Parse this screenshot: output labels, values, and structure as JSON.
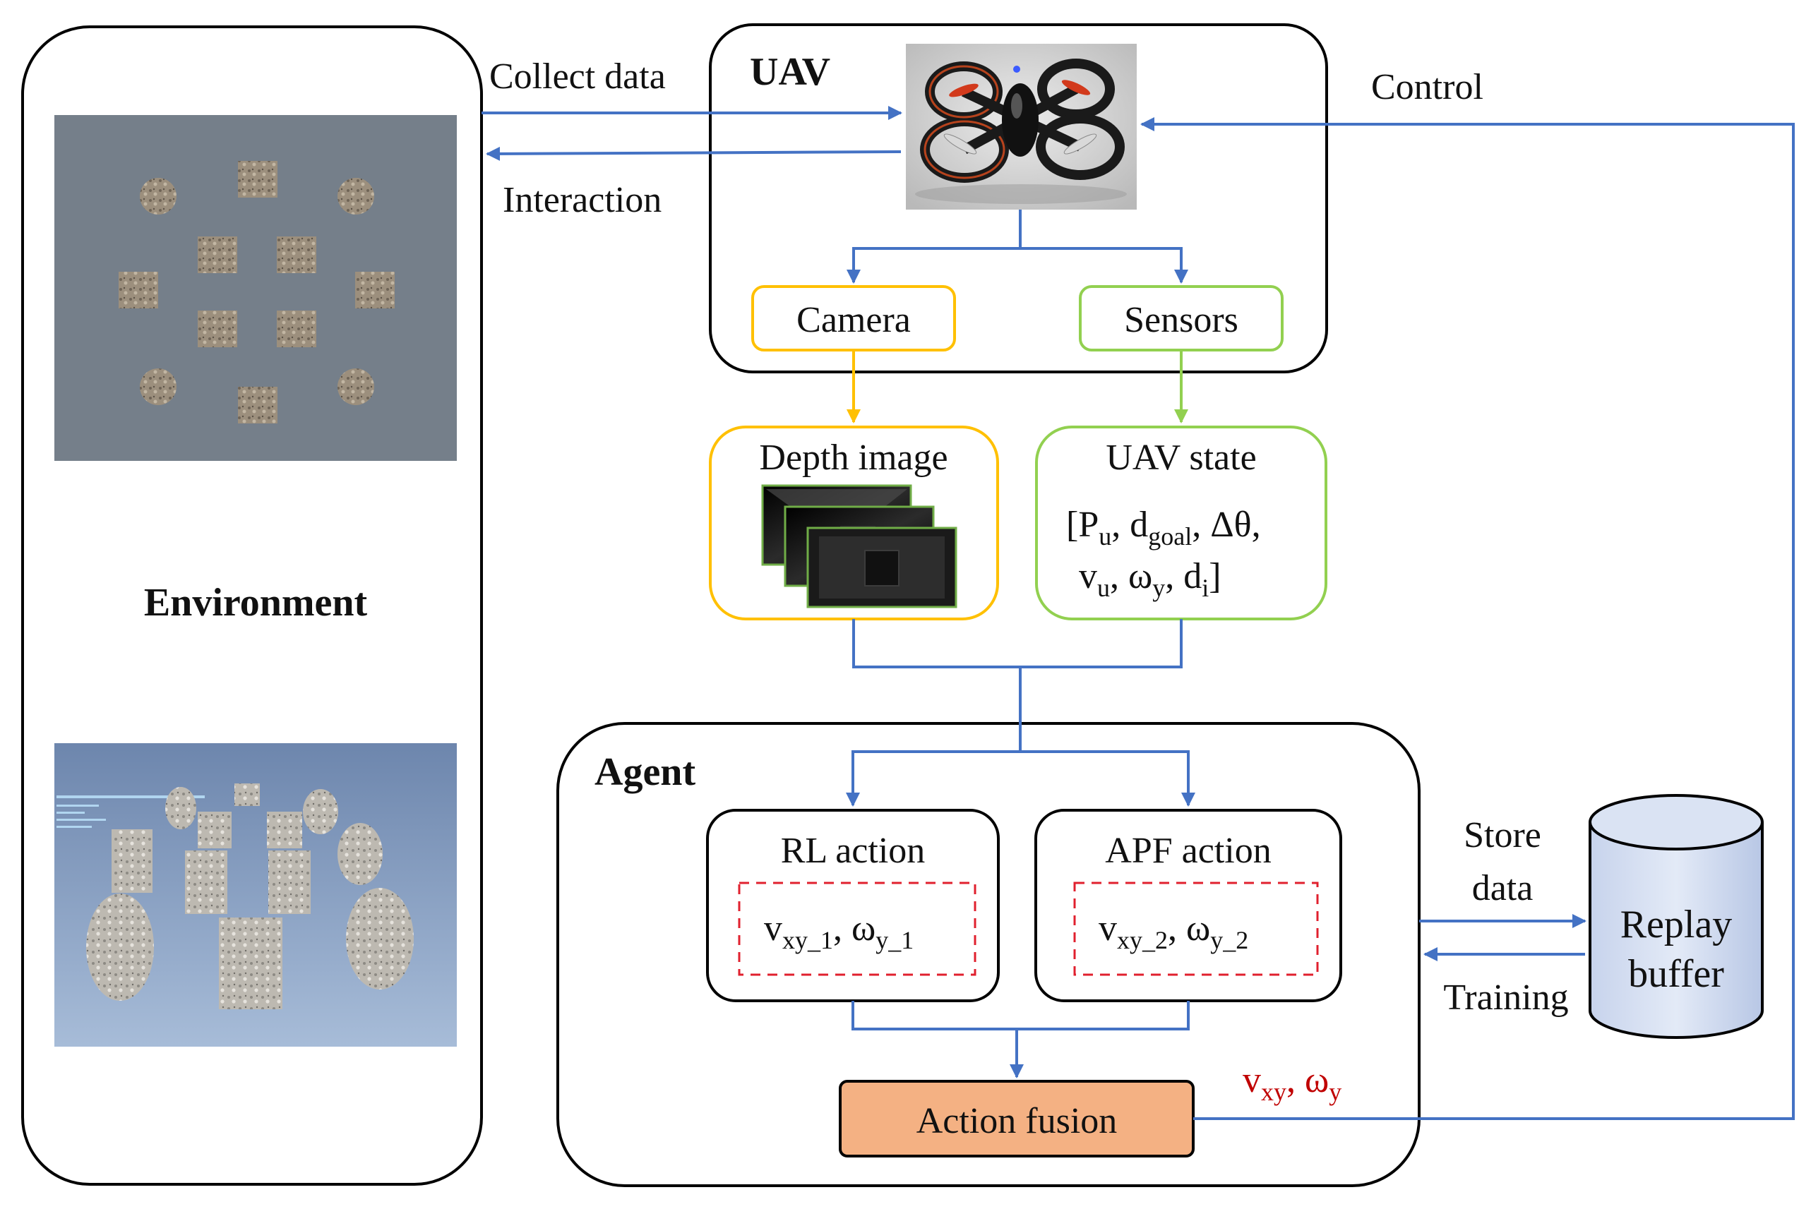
{
  "colors": {
    "arrow": "#4472c4",
    "camera": "#ffc000",
    "sensors": "#92d050",
    "fusion_fill": "#f4b183",
    "dashed": "#e0202e",
    "output_text": "#c00000",
    "buffer_fill": "#dae3f3",
    "env_top_bg": "#757f8a",
    "env_bottom_bg": "#7f9ac2"
  },
  "environment": {
    "label": "Environment",
    "top_image_icon": "environment-top-view-image",
    "bottom_image_icon": "environment-3d-view-image"
  },
  "links": {
    "collect_data": "Collect data",
    "interaction": "Interaction",
    "control": "Control",
    "store_data_1": "Store",
    "store_data_2": "data",
    "training": "Training"
  },
  "uav": {
    "label": "UAV",
    "drone_icon": "drone-image",
    "camera": "Camera",
    "sensors": "Sensors"
  },
  "depth": {
    "label": "Depth image",
    "icon": "depth-image-stack"
  },
  "state": {
    "label": "UAV state",
    "bracket_open": "[",
    "p": "P",
    "p_sub": "u",
    "d": "d",
    "d_sub": "goal",
    "dtheta": "Δθ",
    "v": "v",
    "v_sub": "u",
    "w": "ω",
    "w_sub": "y",
    "di": "d",
    "di_sub": "i",
    "sep": ", ",
    "bracket_close": "]"
  },
  "agent": {
    "label": "Agent",
    "rl_label": "RL action",
    "rl_v": "v",
    "rl_v_sub": "xy_1",
    "rl_w": "ω",
    "rl_w_sub": "y_1",
    "apf_label": "APF action",
    "apf_v": "v",
    "apf_v_sub": "xy_2",
    "apf_w": "ω",
    "apf_w_sub": "y_2",
    "comma": ", ",
    "fusion": "Action fusion"
  },
  "output": {
    "v": "v",
    "v_sub": "xy",
    "w": "ω",
    "w_sub": "y",
    "comma": ", "
  },
  "buffer": {
    "line1": "Replay",
    "line2": "buffer",
    "icon": "cylinder-database-icon"
  }
}
